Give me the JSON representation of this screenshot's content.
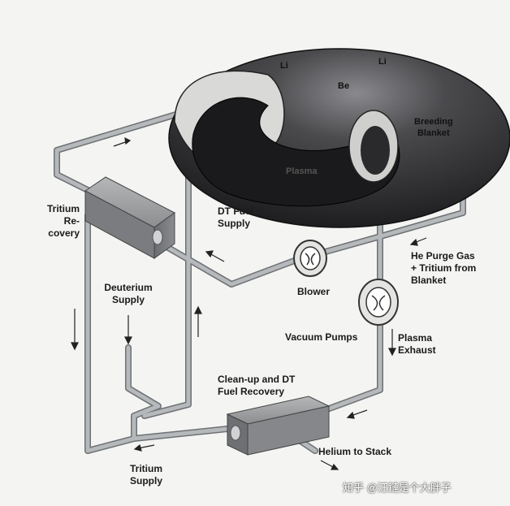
{
  "torus_labels": {
    "li_left": "Li",
    "li_right": "Li",
    "be": "Be",
    "breeding_blanket": "Breeding\nBlanket",
    "plasma": "Plasma"
  },
  "labels": {
    "tritium_recovery": "Tritium\nRe-\ncovery",
    "dt_fuel_supply": "DT Fuel\nSupply",
    "he_purge_gas": "He Purge Gas\n+ Tritium from\nBlanket",
    "blower": "Blower",
    "deuterium_supply": "Deuterium\nSupply",
    "vacuum_pumps": "Vacuum Pumps",
    "plasma_exhaust": "Plasma\nExhaust",
    "cleanup_dt": "Clean-up and DT\nFuel Recovery",
    "helium_to_stack": "Helium to Stack",
    "tritium_supply": "Tritium\nSupply"
  },
  "watermark": "知乎 @汪鏈是个大胖子",
  "colors": {
    "pipe": "#a9acaf",
    "pipe_edge": "#6e7174",
    "torus": "#3c3c3e",
    "box": "#7d7f82"
  }
}
